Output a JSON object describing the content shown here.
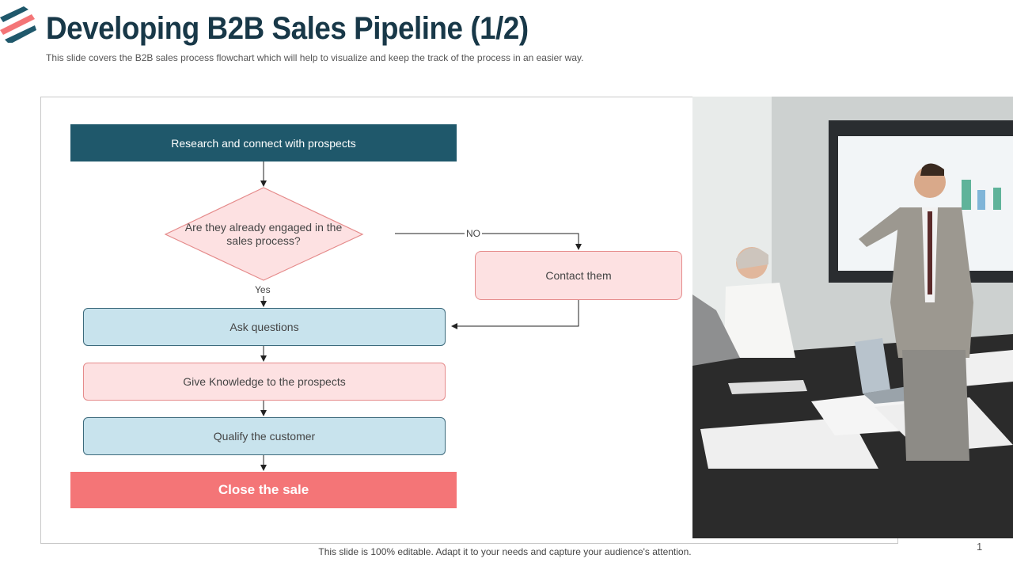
{
  "slide": {
    "title": "Developing B2B Sales Pipeline (1/2)",
    "subtitle": "This slide covers the B2B sales process flowchart which will help to visualize and keep the track of the process in an easier way.",
    "footer": "This slide is 100% editable. Adapt it to your needs and capture your audience's attention.",
    "page_number": "1"
  },
  "flow": {
    "start": "Research and connect with prospects",
    "decision": "Are they already engaged in the sales process?",
    "yes_label": "Yes",
    "no_label": "NO",
    "contact": "Contact them",
    "step1": "Ask questions",
    "step2": "Give Knowledge to the prospects",
    "step3": "Qualify the customer",
    "end": "Close the sale"
  },
  "colors": {
    "dark_teal": "#1f586b",
    "light_blue": "#c8e3ed",
    "light_pink": "#fde1e2",
    "coral": "#f47577"
  },
  "icons": [
    "logo-stripes-icon",
    "presentation-photo"
  ]
}
